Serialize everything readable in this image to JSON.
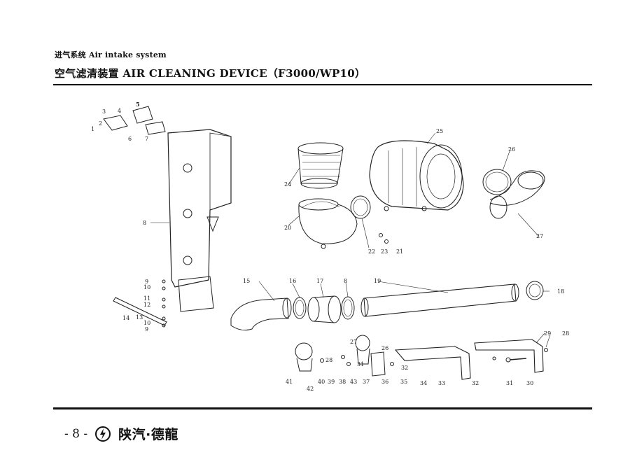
{
  "header": {
    "section": "进气系统  Air intake system",
    "title": "空气滤清装置  AIR CLEANING DEVICE（F3000/WP10）"
  },
  "footer": {
    "page": "- 8 -",
    "brand": "陕汽·德龍"
  },
  "callouts": [
    "1",
    "2",
    "3",
    "4",
    "5",
    "6",
    "7",
    "8",
    "9",
    "10",
    "11",
    "12",
    "13",
    "10",
    "9",
    "14",
    "15",
    "16",
    "17",
    "8",
    "19",
    "18",
    "20",
    "21",
    "22",
    "23",
    "24",
    "25",
    "26",
    "27",
    "26",
    "27",
    "28",
    "29",
    "30",
    "31",
    "32",
    "33",
    "34",
    "35",
    "36",
    "37",
    "38",
    "39",
    "40",
    "41",
    "42",
    "43",
    "28",
    "31",
    "32"
  ]
}
